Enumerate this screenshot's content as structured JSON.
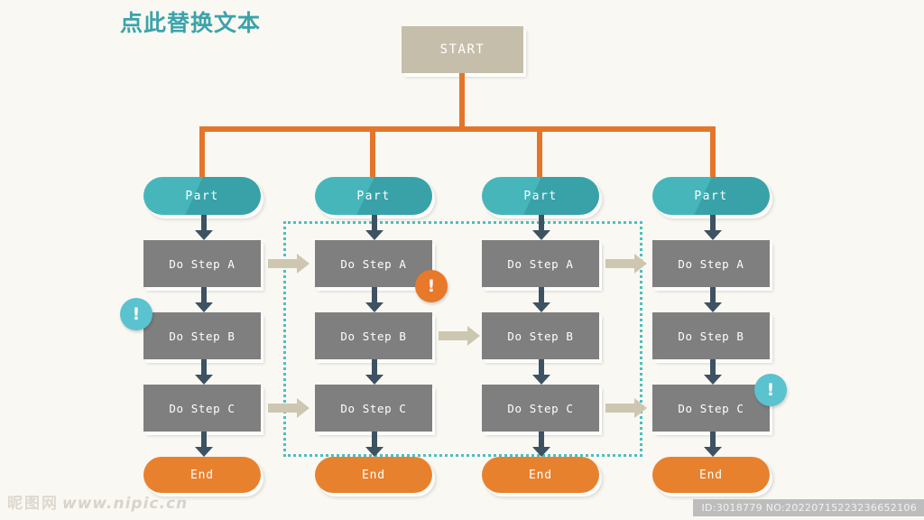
{
  "title": "点此替换文本",
  "start": {
    "label": "START"
  },
  "columns": [
    {
      "part": "Part",
      "steps": [
        "Do Step A",
        "Do Step B",
        "Do Step C"
      ],
      "end": "End"
    },
    {
      "part": "Part",
      "steps": [
        "Do Step A",
        "Do Step B",
        "Do Step C"
      ],
      "end": "End"
    },
    {
      "part": "Part",
      "steps": [
        "Do Step A",
        "Do Step B",
        "Do Step C"
      ],
      "end": "End"
    },
    {
      "part": "Part",
      "steps": [
        "Do Step A",
        "Do Step B",
        "Do Step C"
      ],
      "end": "End"
    }
  ],
  "badges": [
    {
      "id": "badge-col1-stepb",
      "symbol": "!",
      "color": "#5bc2cf"
    },
    {
      "id": "badge-col2-stepa",
      "symbol": "!",
      "color": "#e8782a"
    },
    {
      "id": "badge-col4-stepc",
      "symbol": "!",
      "color": "#5bc2cf"
    }
  ],
  "watermark": {
    "brand_cn": "昵图网",
    "brand_url": "www.nipic.cn",
    "id_text": "ID:3018779 NO:20220715223236652106"
  },
  "colors": {
    "background": "#faf8f2",
    "title": "#3ba3aa",
    "start_box": "#c5beab",
    "part_pill": "#46b6bb",
    "step_box": "#7f7f7f",
    "end_pill": "#e8812e",
    "tree_connector": "#e3762a",
    "vertical_arrow": "#3d5262",
    "horizontal_arrow": "#cdc7b1",
    "dotted_region": "#4cbfc4"
  }
}
